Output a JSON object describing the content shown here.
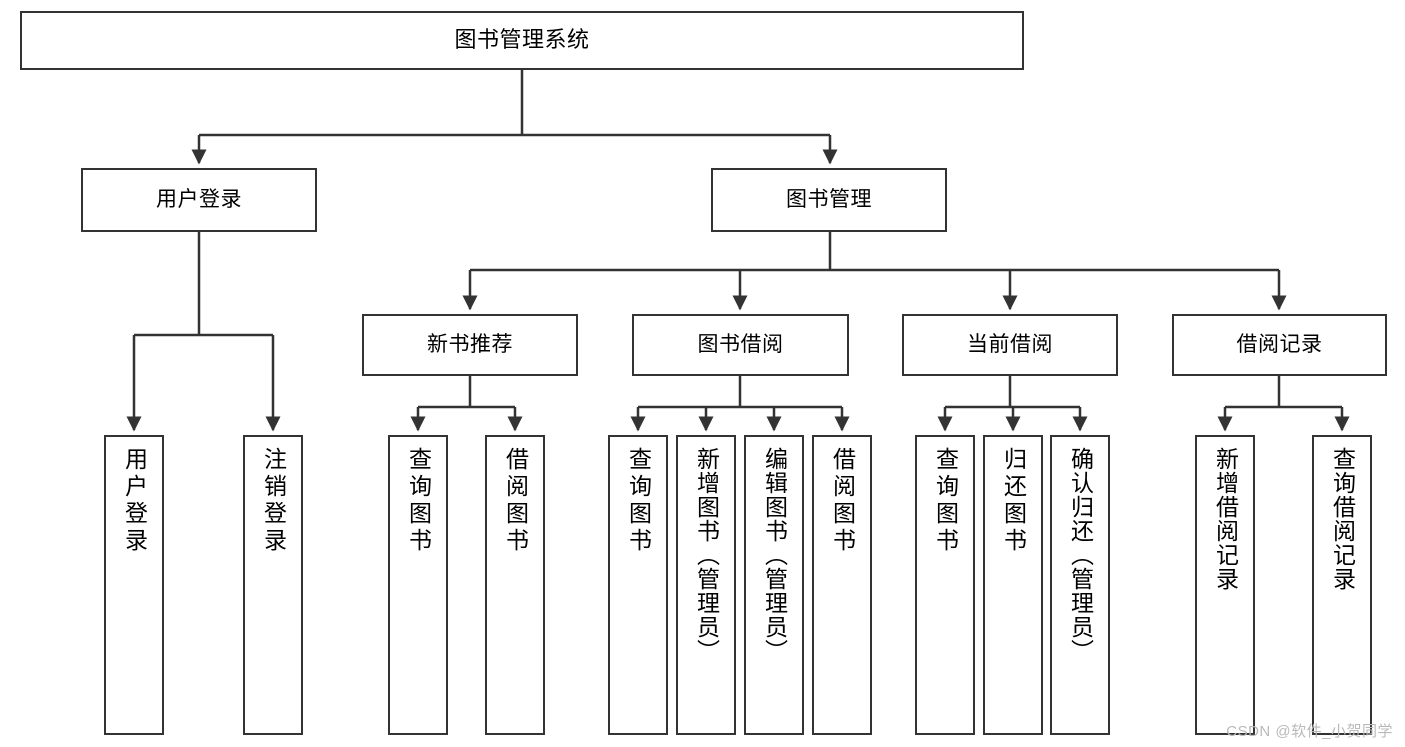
{
  "diagram": {
    "title": "图书管理系统",
    "type": "tree-hierarchy-chart",
    "root": {
      "label": "图书管理系统"
    },
    "level1": [
      {
        "label": "用户登录"
      },
      {
        "label": "图书管理"
      }
    ],
    "level2": [
      {
        "label": "新书推荐"
      },
      {
        "label": "图书借阅"
      },
      {
        "label": "当前借阅"
      },
      {
        "label": "借阅记录"
      }
    ],
    "leaves": {
      "user_login": [
        {
          "label": "用户登录"
        },
        {
          "label": "注销登录"
        }
      ],
      "new_recommend": [
        {
          "label": "查询图书"
        },
        {
          "label": "借阅图书"
        }
      ],
      "book_borrow": [
        {
          "label": "查询图书"
        },
        {
          "label": "新增图书（管理员）"
        },
        {
          "label": "编辑图书（管理员）"
        },
        {
          "label": "借阅图书"
        }
      ],
      "current_borrow": [
        {
          "label": "查询图书"
        },
        {
          "label": "归还图书"
        },
        {
          "label": "确认归还（管理员）"
        }
      ],
      "borrow_record": [
        {
          "label": "新增借阅记录"
        },
        {
          "label": "查询借阅记录"
        }
      ]
    },
    "colors": {
      "stroke": "#333333",
      "fill": "#ffffff",
      "text": "#000000",
      "watermark": "#b9b9b9"
    }
  },
  "watermark": {
    "text": "CSDN @软件_小贺同学"
  }
}
